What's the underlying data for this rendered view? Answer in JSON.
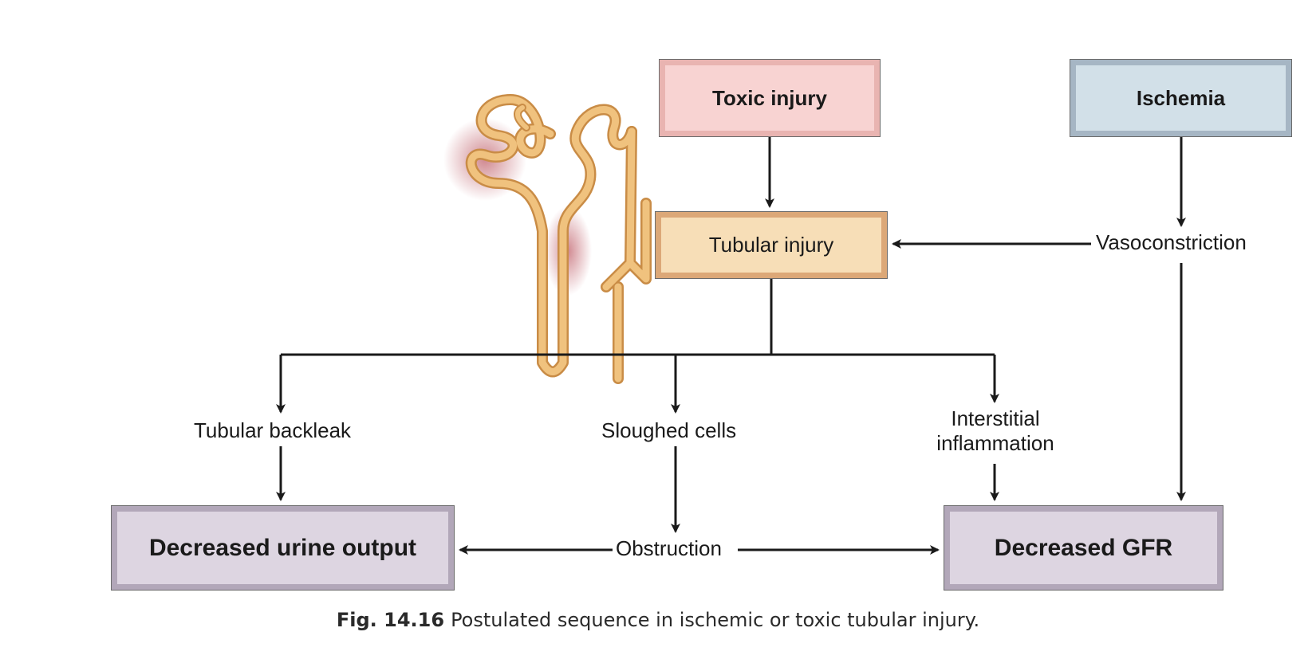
{
  "diagram": {
    "boxes": {
      "toxic_injury": "Toxic injury",
      "ischemia": "Ischemia",
      "tubular_injury": "Tubular injury",
      "decreased_urine_output": "Decreased urine output",
      "decreased_gfr": "Decreased GFR"
    },
    "labels": {
      "vasoconstriction": "Vasoconstriction",
      "tubular_backleak": "Tubular backleak",
      "sloughed_cells": "Sloughed cells",
      "interstitial_line1": "Interstitial",
      "interstitial_line2": "inflammation",
      "obstruction": "Obstruction"
    },
    "colors": {
      "toxic": "#f8d3d2",
      "ischemia": "#d2e0e8",
      "tubular": "#f7deb7",
      "outcome": "#ddd5e1",
      "nephron": "#e9b66b"
    }
  },
  "caption": {
    "fig_number": "Fig. 14.16",
    "text": "Postulated sequence in ischemic or toxic tubular injury."
  }
}
